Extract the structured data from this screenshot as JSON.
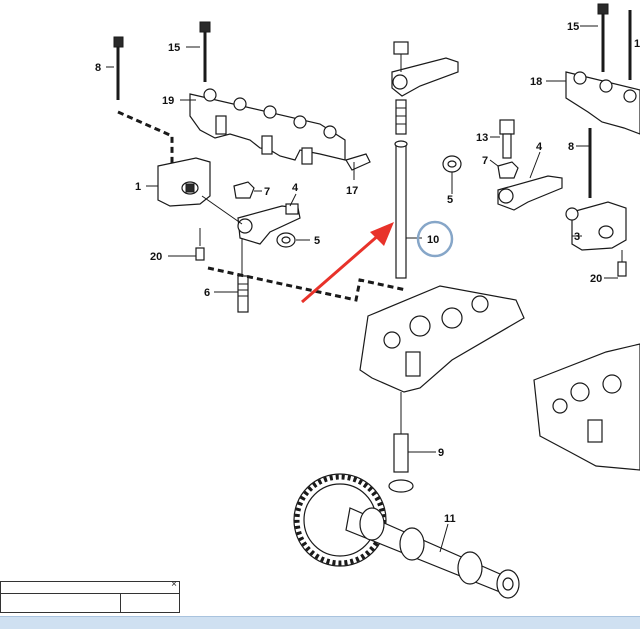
{
  "labels": {
    "l1": "1",
    "l3": "3",
    "l4a": "4",
    "l4b": "4",
    "l5a": "5",
    "l5b": "5",
    "l6": "6",
    "l7a": "7",
    "l7b": "7",
    "l8a": "8",
    "l8b": "8",
    "l9": "9",
    "l10": "10",
    "l11": "11",
    "l13": "13",
    "l15a": "15",
    "l15b": "15",
    "l17": "17",
    "l18": "18",
    "l19": "19",
    "l20a": "20",
    "l20b": "20",
    "l1b": "1"
  },
  "mini_window": {
    "close_glyph": "×"
  },
  "colors": {
    "arrow": "#e8322a",
    "highlight_circle": "#86a6c8",
    "bar": "#cfe0f1"
  }
}
